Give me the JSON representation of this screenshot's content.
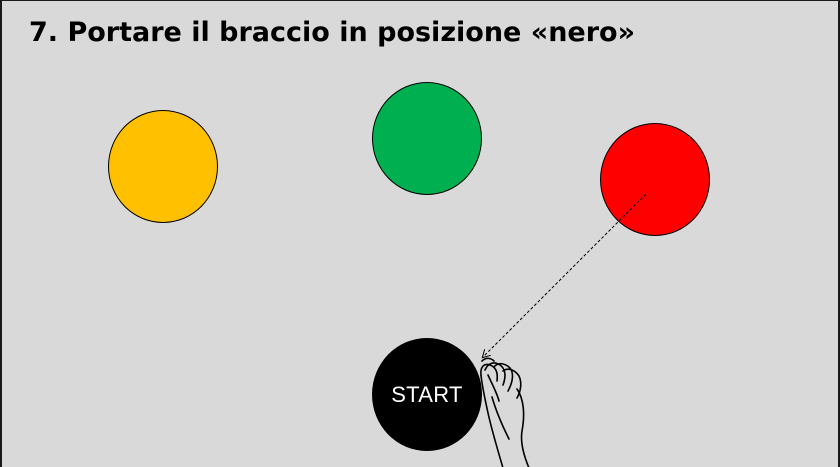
{
  "slide": {
    "title": "7. Portare il braccio in posizione «nero»",
    "targets": [
      {
        "name": "yellow-target",
        "color": "#FFC000"
      },
      {
        "name": "green-target",
        "color": "#00B050"
      },
      {
        "name": "red-target",
        "color": "#FF0000"
      }
    ],
    "start": {
      "label": "START",
      "color": "#000000"
    },
    "arrow": {
      "style": "dashed",
      "from": "red-target",
      "to": "start-button"
    },
    "icons": {
      "hand": "hand-icon"
    }
  }
}
